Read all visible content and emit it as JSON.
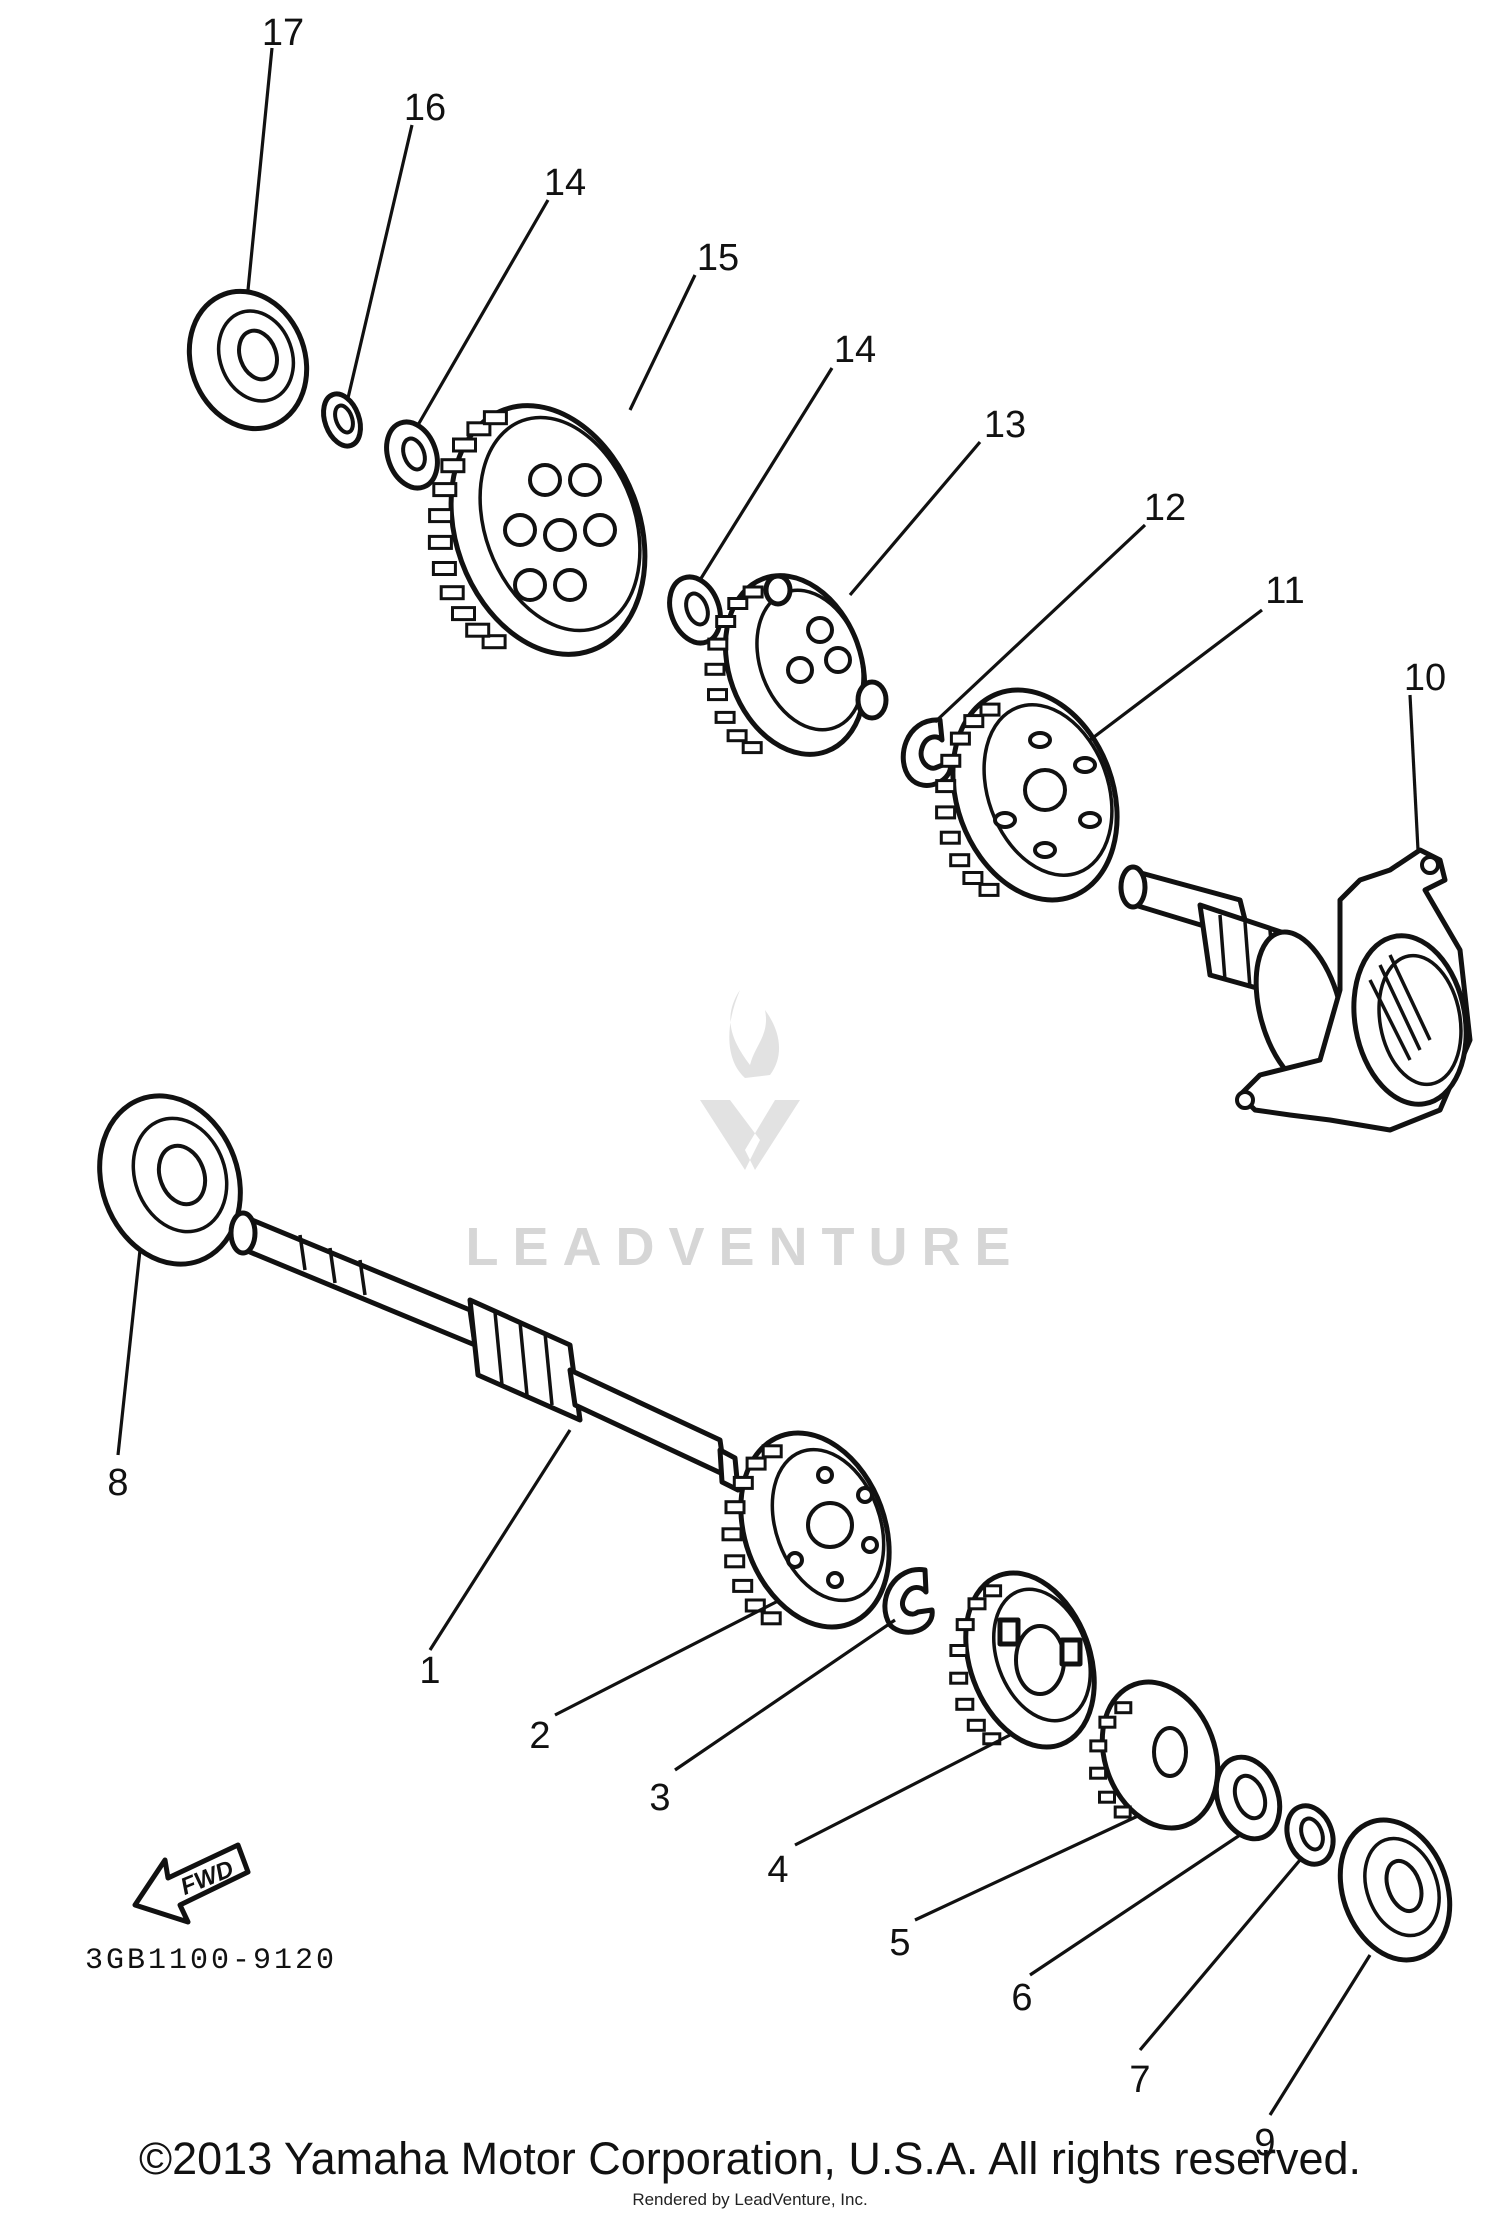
{
  "diagram": {
    "callouts": [
      "17",
      "16",
      "14",
      "15",
      "14",
      "13",
      "12",
      "11",
      "10",
      "8",
      "1",
      "2",
      "3",
      "4",
      "5",
      "6",
      "7",
      "9"
    ],
    "code": "3GB1100-9120",
    "fwd_label": "FWD",
    "watermark": "LEADVENTURE"
  },
  "footer": {
    "copyright": "©2013 Yamaha Motor Corporation, U.S.A. All rights reserved.",
    "rendered_by": "Rendered by LeadVenture, Inc."
  }
}
